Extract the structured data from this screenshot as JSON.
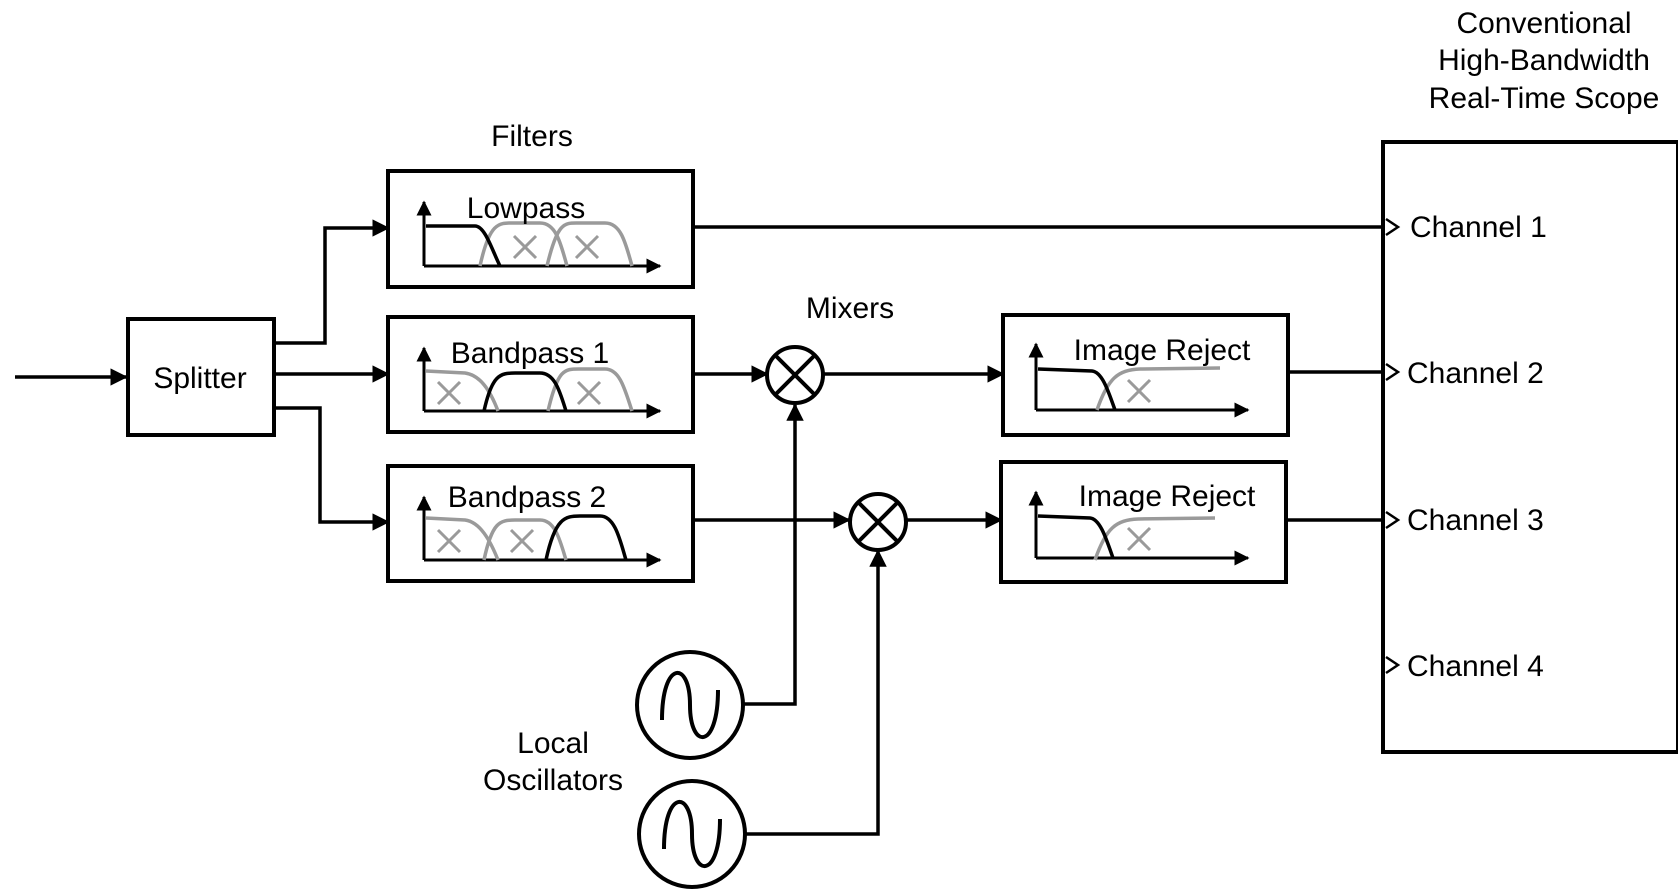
{
  "labels": {
    "splitter": "Splitter",
    "filters": "Filters",
    "lowpass": "Lowpass",
    "bandpass1": "Bandpass 1",
    "bandpass2": "Bandpass 2",
    "mixers": "Mixers",
    "image_reject_1": "Image Reject",
    "image_reject_2": "Image Reject",
    "local_osc_line1": "Local",
    "local_osc_line2": "Oscillators",
    "scope_line1": "Conventional",
    "scope_line2": "High-Bandwidth",
    "scope_line3": "Real-Time Scope",
    "channel_1": "Channel 1",
    "channel_2": "Channel 2",
    "channel_3": "Channel 3",
    "channel_4": "Channel 4"
  },
  "colors": {
    "line": "#000000",
    "stopband": "#9a9a9a",
    "background": "#ffffff"
  }
}
